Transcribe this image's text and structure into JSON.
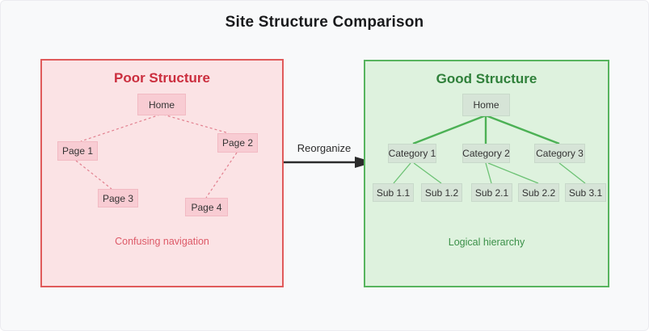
{
  "page": {
    "title": "Site Structure Comparison"
  },
  "arrow": {
    "label": "Reorganize"
  },
  "poor": {
    "title": "Poor Structure",
    "caption": "Confusing navigation",
    "nodes": [
      {
        "id": "home",
        "label": "Home"
      },
      {
        "id": "page1",
        "label": "Page 1"
      },
      {
        "id": "page2",
        "label": "Page 2"
      },
      {
        "id": "page3",
        "label": "Page 3"
      },
      {
        "id": "page4",
        "label": "Page 4"
      }
    ],
    "connections": [
      "Home-Page 1",
      "Home-Page 2",
      "Page 1-Page 3",
      "Page 2-Page 4"
    ],
    "connection_style": "dashed"
  },
  "good": {
    "title": "Good Structure",
    "caption": "Logical hierarchy",
    "nodes": [
      {
        "id": "home",
        "label": "Home"
      },
      {
        "id": "cat1",
        "label": "Category 1"
      },
      {
        "id": "cat2",
        "label": "Category 2"
      },
      {
        "id": "cat3",
        "label": "Category 3"
      },
      {
        "id": "sub11",
        "label": "Sub 1.1"
      },
      {
        "id": "sub12",
        "label": "Sub 1.2"
      },
      {
        "id": "sub21",
        "label": "Sub 2.1"
      },
      {
        "id": "sub22",
        "label": "Sub 2.2"
      },
      {
        "id": "sub31",
        "label": "Sub 3.1"
      }
    ],
    "connections": [
      "Home-Category 1",
      "Home-Category 2",
      "Home-Category 3",
      "Category 1-Sub 1.1",
      "Category 1-Sub 1.2",
      "Category 2-Sub 2.1",
      "Category 2-Sub 2.2",
      "Category 3-Sub 3.1"
    ],
    "connection_style": "solid"
  },
  "colors": {
    "canvas_bg": "#f8f9fa",
    "poor_border": "#e05a5a",
    "poor_bg": "#fbe3e5",
    "poor_node_bg": "#f8ccd3",
    "poor_title": "#cb2e3e",
    "poor_caption": "#dd5a68",
    "poor_edge": "#e2808f",
    "good_border": "#57b45e",
    "good_bg": "#def2de",
    "good_node_bg": "#d6e4d7",
    "good_title": "#2f803a",
    "good_caption": "#3a9048",
    "good_edge_thick": "#4cb155",
    "good_edge_thin": "#6cc274",
    "arrow": "#2b2b2b",
    "node_text": "#333333"
  }
}
